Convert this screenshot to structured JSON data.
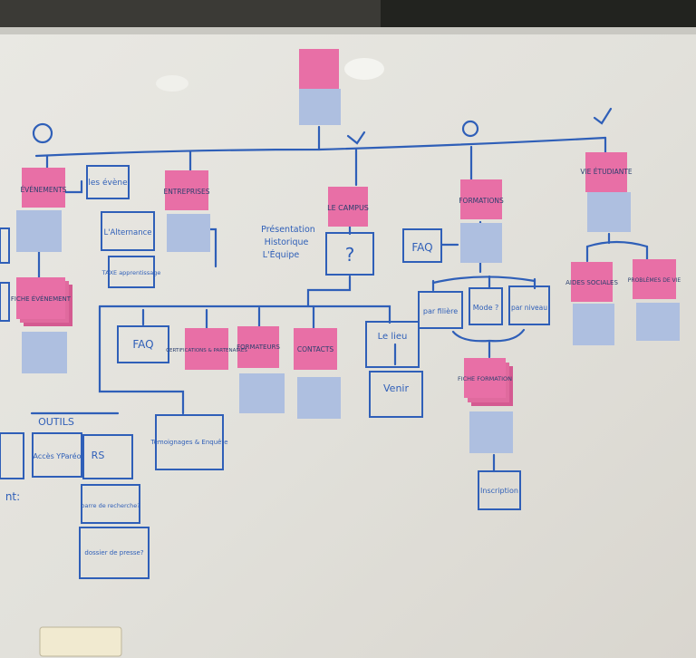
{
  "top_note": "",
  "sections": {
    "evenements": "ÉVÉNEMENTS",
    "entreprises": "ENTREPRISES",
    "le_campus": "LE CAMPUS",
    "formations": "FORMATIONS",
    "vie_etudiante": "VIE ÉTUDIANTE"
  },
  "sub_notes": {
    "fiche_evenement": "FICHE ÉVÉNEMENT",
    "certifications": "CERTIFICATIONS & PARTENAIRES",
    "formateurs": "FORMATEURS",
    "contacts": "CONTACTS",
    "fiche_formation": "FICHE FORMATION",
    "aides_sociales": "AIDES SOCIALES",
    "problemes_de_vie": "PROBLÈMES DE VIE"
  },
  "handwriting": {
    "les_events": "les évène",
    "alternance": "L'Alternance",
    "taxe": "TAXE apprentissage",
    "presentation": "Présentation",
    "historique": "Historique",
    "equipe": "L'Équipe",
    "question": "?",
    "faq_campus": "FAQ",
    "faq_formations": "FAQ",
    "le_lieu": "Le lieu",
    "venir": "Venir",
    "temoignages": "Témoignages & Enquête",
    "par_filiere": "par filière",
    "mode": "Mode ?",
    "par_niveau": "par niveau",
    "inscription": "Inscription",
    "outils": "OUTILS",
    "acces_ypareo": "Accès YParéo",
    "rs": "RS",
    "barre_recherche": "barre de recherche?",
    "dossier_presse": "dossier de presse?",
    "left_fragment": "nt:"
  }
}
